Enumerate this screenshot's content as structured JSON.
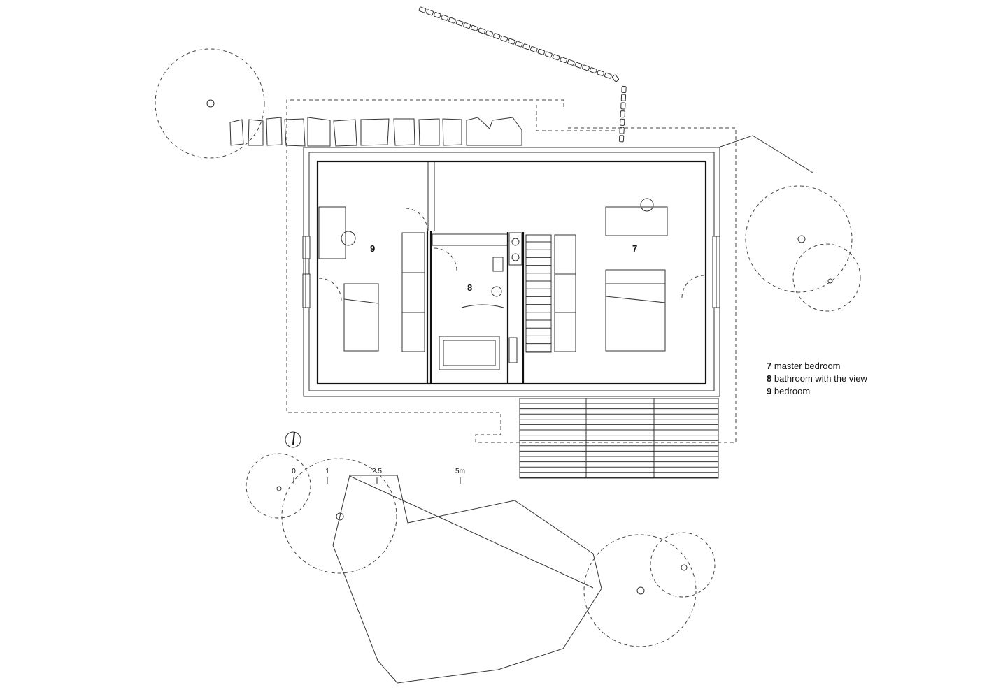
{
  "rooms": [
    {
      "number": "7",
      "name": "master bedroom"
    },
    {
      "number": "8",
      "name": "bathroom with the view"
    },
    {
      "number": "9",
      "name": "bedroom"
    }
  ],
  "scale": {
    "labels": [
      "0",
      "1",
      "2.5",
      "5m"
    ]
  },
  "icons": {
    "north": "north-arrow-icon"
  }
}
